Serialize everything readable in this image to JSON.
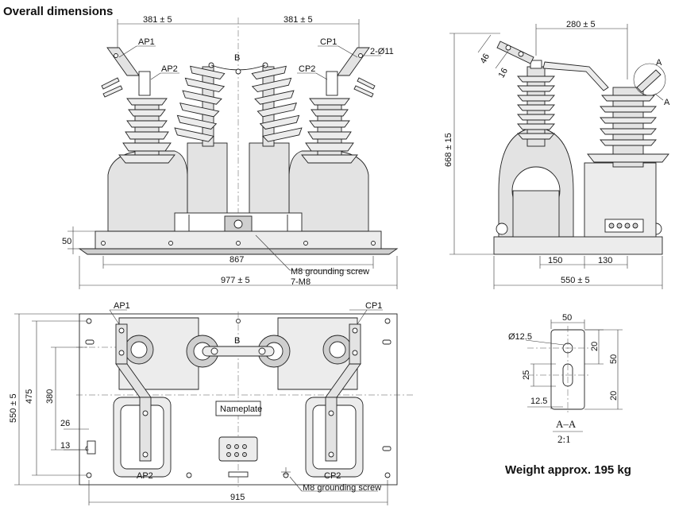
{
  "title": "Overall dimensions",
  "front_view": {
    "dim_top_left": "381 ± 5",
    "dim_top_right": "381 ± 5",
    "label_ap1": "AP1",
    "label_ap2": "AP2",
    "label_cp1": "CP1",
    "label_cp2": "CP2",
    "label_b": "B",
    "hole_note": "2-Ø11",
    "dim_base_height": "50",
    "dim_inner": "867",
    "dim_overall": "977 ± 5",
    "grounding_note": "M8 grounding screw",
    "bolt_note": "7-M8"
  },
  "side_view": {
    "dim_top": "280 ± 5",
    "dim_height": "668 ± 15",
    "dim_46": "46",
    "dim_16": "16",
    "dim_a_detail": "A",
    "label_a": "A",
    "dim_150": "150",
    "dim_130": "130",
    "dim_width": "550 ± 5"
  },
  "plan_view": {
    "label_ap1": "AP1",
    "label_cp1": "CP1",
    "label_ap2": "AP2",
    "label_cp2": "CP2",
    "label_b": "B",
    "nameplate": "Nameplate",
    "dim_height": "550 ± 5",
    "dim_475": "475",
    "dim_380": "380",
    "dim_26": "26",
    "dim_13": "13",
    "dim_width": "915",
    "grounding_note": "M8 grounding screw"
  },
  "detail": {
    "dim_50_top": "50",
    "dim_hole": "Ø12.5",
    "dim_20_a": "20",
    "dim_25": "25",
    "dim_50_side": "50",
    "dim_20_b": "20",
    "dim_12_5": "12.5",
    "section": "A–A",
    "scale": "2:1"
  },
  "weight": "Weight approx. 195 kg"
}
